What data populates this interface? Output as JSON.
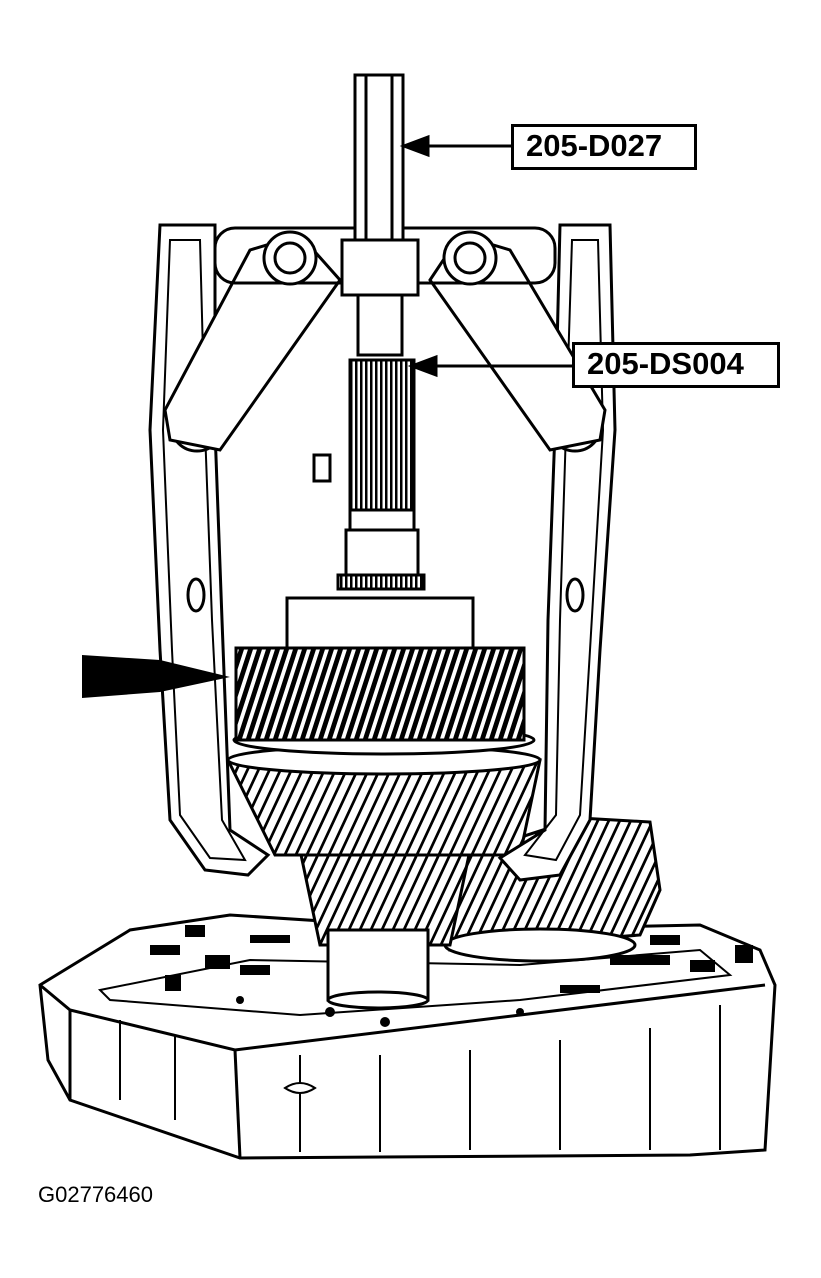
{
  "callouts": {
    "tool_1": "205-D027",
    "tool_2": "205-DS004"
  },
  "figure_id": "G02776460",
  "colors": {
    "ink": "#000000",
    "paper": "#ffffff"
  }
}
